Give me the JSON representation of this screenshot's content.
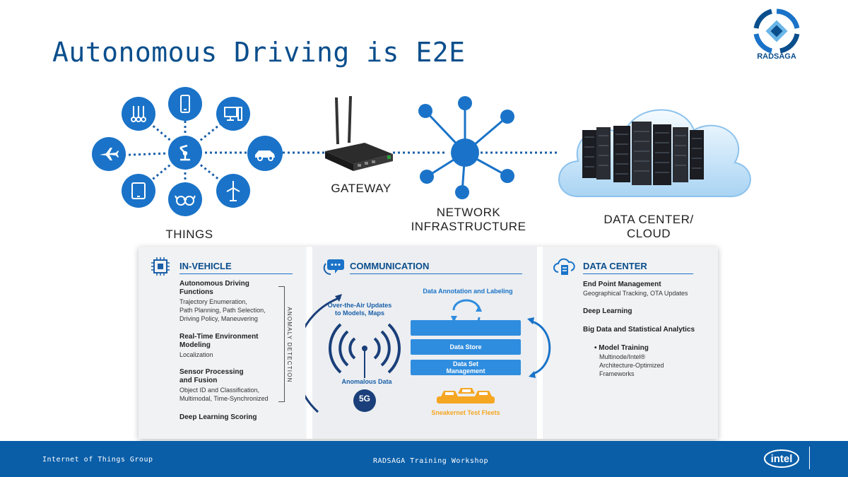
{
  "slide": {
    "title": "Autonomous Driving is E2E",
    "brand": "RADSAGA"
  },
  "diagram": {
    "labels": {
      "things": "THINGS",
      "gateway": "GATEWAY",
      "network_line1": "NETWORK",
      "network_line2": "INFRASTRUCTURE",
      "cloud_line1": "DATA CENTER/",
      "cloud_line2": "CLOUD"
    },
    "things_icons": [
      "thermometers-icon",
      "smartphone-icon",
      "desktop-computer-icon",
      "airplane-icon",
      "robot-arm-icon",
      "car-icon",
      "tablet-icon",
      "glasses-icon",
      "wind-turbine-icon"
    ]
  },
  "panel": {
    "in_vehicle": {
      "title": "IN-VEHICLE",
      "side_label": "ANOMALY DETECTION",
      "items": [
        {
          "head1": "Autonomous Driving",
          "head2": "Functions",
          "sub1": "Trajectory Enumeration,",
          "sub2": "Path Planning, Path Selection,",
          "sub3": "Driving Policy, Maneuvering"
        },
        {
          "head1": "Real-Time Environment",
          "head2": "Modeling",
          "sub1": "Localization"
        },
        {
          "head1": "Sensor Processing",
          "head2": "and Fusion",
          "sub1": "Object ID and Classification,",
          "sub2": "Multimodal, Time-Synchronized"
        },
        {
          "head1": "Deep Learning Scoring"
        }
      ]
    },
    "communication": {
      "title": "COMMUNICATION",
      "ota_line1": "Over-the-Air Updates",
      "ota_line2": "to Models, Maps",
      "annotation": "Data Annotation and Labeling",
      "data_store": "Data Store",
      "data_set_line1": "Data Set",
      "data_set_line2": "Management",
      "anomalous": "Anomalous Data",
      "badge": "5G",
      "sneakernet": "Sneakernet Test Fleets"
    },
    "data_center": {
      "title": "DATA CENTER",
      "items": [
        {
          "head": "End Point Management",
          "sub": "Geographical Tracking, OTA Updates"
        },
        {
          "head": "Deep Learning"
        },
        {
          "head": "Big Data and Statistical Analytics"
        }
      ],
      "bullet_head": "Model Training",
      "bullet_sub1": "Multinode/Intel®",
      "bullet_sub2": "Architecture-Optimized",
      "bullet_sub3": "Frameworks"
    }
  },
  "footer": {
    "left": "Internet of Things Group",
    "center": "RADSAGA Training Workshop",
    "logo_text": "intel"
  },
  "colors": {
    "brand_blue": "#0a4e8c",
    "icon_blue": "#1a73c8",
    "footer_blue": "#0a5ea8",
    "fleet_orange": "#f5a623"
  }
}
